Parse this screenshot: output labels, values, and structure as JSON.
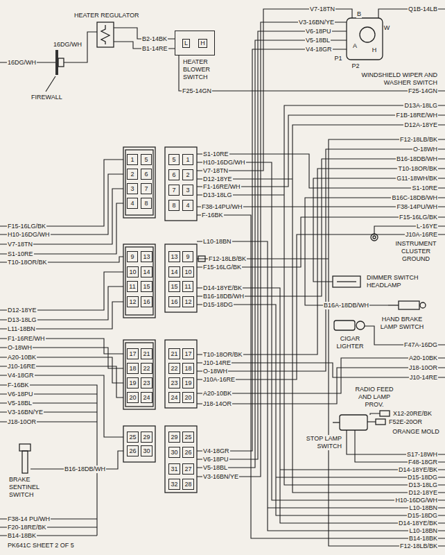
{
  "diagram": {
    "nodes": [
      {
        "text": [
          "L",
          "H",
          "HEATER BLOWER SWITCH"
        ]
      },
      {
        "text": [
          "1"
        ]
      },
      {
        "text": [
          "5"
        ]
      },
      {
        "text": [
          "2"
        ]
      },
      {
        "text": [
          "6"
        ]
      },
      {
        "text": [
          "3"
        ]
      },
      {
        "text": [
          "7"
        ]
      },
      {
        "text": [
          "4"
        ]
      },
      {
        "text": [
          "8"
        ]
      },
      {
        "text": [
          "5"
        ]
      },
      {
        "text": [
          "1"
        ]
      },
      {
        "text": [
          "6"
        ]
      },
      {
        "text": [
          "2"
        ]
      },
      {
        "text": [
          "7"
        ]
      },
      {
        "text": [
          "3"
        ]
      },
      {
        "text": [
          "8"
        ]
      },
      {
        "text": [
          "4"
        ]
      },
      {
        "text": [
          "9"
        ]
      },
      {
        "text": [
          "13"
        ]
      },
      {
        "text": [
          "10"
        ]
      },
      {
        "text": [
          "14"
        ]
      },
      {
        "text": [
          "11"
        ]
      },
      {
        "text": [
          "15"
        ]
      },
      {
        "text": [
          "12"
        ]
      },
      {
        "text": [
          "16"
        ]
      },
      {
        "text": [
          "13"
        ]
      },
      {
        "text": [
          "9"
        ]
      },
      {
        "text": [
          "14"
        ]
      },
      {
        "text": [
          "10"
        ]
      },
      {
        "text": [
          "15"
        ]
      },
      {
        "text": [
          "11"
        ]
      },
      {
        "text": [
          "16"
        ]
      },
      {
        "text": [
          "12"
        ]
      },
      {
        "text": [
          "17"
        ]
      },
      {
        "text": [
          "21"
        ]
      },
      {
        "text": [
          "18"
        ]
      },
      {
        "text": [
          "22"
        ]
      },
      {
        "text": [
          "19"
        ]
      },
      {
        "text": [
          "23"
        ]
      },
      {
        "text": [
          "20"
        ]
      },
      {
        "text": [
          "24"
        ]
      },
      {
        "text": [
          "21"
        ]
      },
      {
        "text": [
          "17"
        ]
      },
      {
        "text": [
          "22"
        ]
      },
      {
        "text": [
          "18"
        ]
      },
      {
        "text": [
          "23"
        ]
      },
      {
        "text": [
          "19"
        ]
      },
      {
        "text": [
          "24"
        ]
      },
      {
        "text": [
          "20"
        ]
      },
      {
        "text": [
          "25"
        ]
      },
      {
        "text": [
          "29"
        ]
      },
      {
        "text": [
          "26"
        ]
      },
      {
        "text": [
          "30"
        ]
      },
      {
        "text": [
          "29"
        ]
      },
      {
        "text": [
          "25"
        ]
      },
      {
        "text": [
          "30"
        ]
      },
      {
        "text": [
          "26"
        ]
      },
      {
        "text": [
          "31"
        ]
      },
      {
        "text": [
          "27"
        ]
      },
      {
        "text": [
          "32"
        ]
      },
      {
        "text": [
          "28"
        ]
      }
    ],
    "labels": [
      "HEATER REGULATOR",
      "16DG/WH",
      "B2-14BK",
      "B1-14RE",
      "16DG/WH",
      "FIREWALL",
      "V7-18TN",
      "Q1B-14LB",
      "B",
      "V3-16BN/YE",
      "W",
      "V6-18PU",
      "V5-18BL",
      "A",
      "H",
      "V4-18GR",
      "P1",
      "P2",
      "WINDSHIELD WIPER AND WASHER SWITCH",
      "F25-14GN",
      "F25-14GN",
      "D13A-18LG",
      "F1B-18RE/WH",
      "D12A-18YE",
      "F12-18LB/BK",
      "O-18WH",
      "S1-10RE",
      "B16-18DB/WH",
      "H10-16DG/WH",
      "T10-18OR/BK",
      "V7-18TN",
      "G11-18WH/BK",
      "D12-18YE",
      "F1-16RE/WH",
      "S1-10RE",
      "D13-18LG",
      "B16C-18DB/WH",
      "F38-14PU/WH",
      "F38-14PU/WH",
      "F-16BK",
      "F15-16LG/BK",
      "F15-16LG/BK",
      "L-16YE",
      "H10-16DG/WH",
      "J10A-16RE",
      "L10-18BN",
      "V7-18TN",
      "INSTRUMENT CLUSTER GROUND",
      "S1-10RE",
      "F12-18LB/BK",
      "T10-18OR/BK",
      "F15-16LG/BK",
      "DIMMER SWITCH HEADLAMP",
      "D14-18YE/BK",
      "B16-18DB/WH",
      "D15-18DG",
      "B16A-18DB/WH",
      "D12-18YE",
      "D13-18LG",
      "HAND BRAKE LAMP SWITCH",
      "L11-18BN",
      "F1-16RE/WH",
      "CIGAR LIGHTER",
      "F47A-16DG",
      "O-18WH",
      "T10-18OR/BK",
      "A20-10BK",
      "A20-10BK",
      "J10-14RE",
      "J10-16RE",
      "J18-10OR",
      "O-18WH",
      "V4-18GR",
      "J10-14RE",
      "J10A-16RE",
      "F-16BK",
      "A20-10BK",
      "V6-18PU",
      "RADIO FEED AND LAMP PROV.",
      "V5-18BL",
      "J18-14OR",
      "V3-16BN/YE",
      "X12-20RE/BK",
      "J18-10OR",
      "F52E-20OR",
      "ORANGE MOLD",
      "STOP LAMP SWITCH",
      "V4-18GR",
      "S17-18WH",
      "V6-18PU",
      "F48-18GR",
      "V5-18BL",
      "B16-18DB/WH",
      "D14-18YE/BK",
      "V3-16BN/YE",
      "D15-18DG",
      "D13-18LG",
      "BRAKE SENTINEL SWITCH",
      "D12-18YE",
      "H10-16DG/WH",
      "L10-18BN",
      "D15-18DG",
      "F38-14 PU/WH",
      "D14-18YE/BK",
      "F20-18RE/BK",
      "L10-18BN",
      "B14-18BK",
      "B14-18BK",
      "PK641C SHEET 2 OF 5",
      "F12-18LB/BK"
    ]
  }
}
